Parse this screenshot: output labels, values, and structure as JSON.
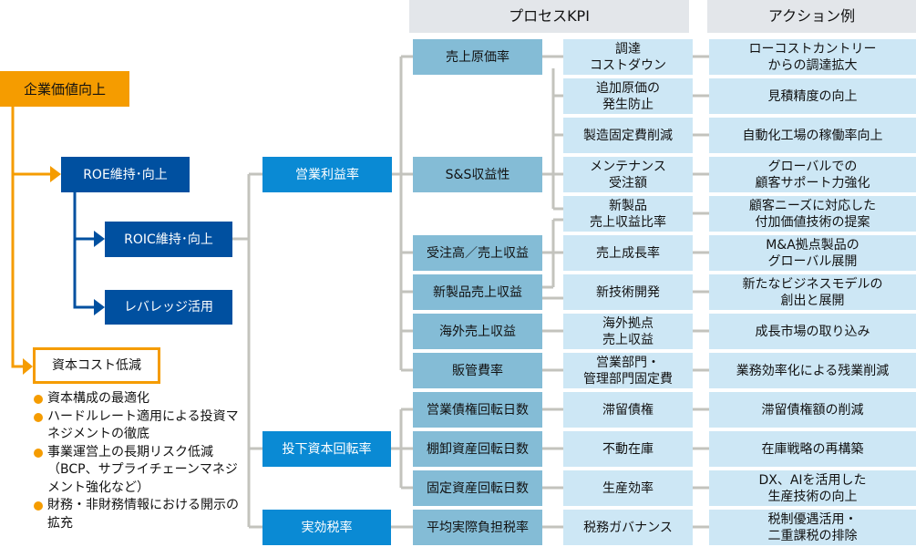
{
  "headers": {
    "process_kpi": "プロセスKPI",
    "action_examples": "アクション例"
  },
  "left": {
    "corporate_value": "企業価値向上",
    "roe": "ROE維持･向上",
    "roic": "ROIC維持･向上",
    "leverage": "レバレッジ活用",
    "capital_cost": "資本コスト低減",
    "capital_cost_items": [
      "資本構成の最適化",
      "ハードルレート適用による投資マネジメントの徹底",
      "事業運営上の長期リスク低減（BCP、サプライチェーンマネジメント強化など）",
      "財務・非財務情報における開示の拡充"
    ]
  },
  "level1": [
    "営業利益率",
    "投下資本回転率",
    "実効税率"
  ],
  "level2": [
    "売上原価率",
    "S&S収益性",
    "受注高／売上収益",
    "新製品売上収益",
    "海外売上収益",
    "販管費率",
    "営業債権回転日数",
    "棚卸資産回転日数",
    "固定資産回転日数",
    "平均実際負担税率"
  ],
  "process_kpis": [
    "調達\nコストダウン",
    "追加原価の\n発生防止",
    "製造固定費削減",
    "メンテナンス\n受注額",
    "新製品\n売上収益比率",
    "売上成長率",
    "新技術開発",
    "海外拠点\n売上収益",
    "営業部門・\n管理部門固定費",
    "滞留債権",
    "不動在庫",
    "生産効率",
    "税務ガバナンス"
  ],
  "actions": [
    "ローコストカントリー\nからの調達拡大",
    "見積精度の向上",
    "自動化工場の稼働率向上",
    "グローバルでの\n顧客サポート力強化",
    "顧客ニーズに対応した\n付加価値技術の提案",
    "M&A拠点製品の\nグローバル展開",
    "新たなビジネスモデルの\n創出と展開",
    "成長市場の取り込み",
    "業務効率化による残業削減",
    "滞留債権額の削減",
    "在庫戦略の再構築",
    "DX、AIを活用した\n生産技術の向上",
    "税制優遇活用・\n二重課税の排除"
  ],
  "colors": {
    "orange": "#f59c00",
    "navy": "#0050a0",
    "blue": "#0a8ad4",
    "steel": "#84bcd6",
    "light": "#cde7f5",
    "line": "#c3c3bd"
  }
}
